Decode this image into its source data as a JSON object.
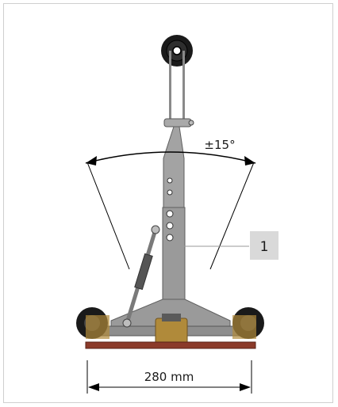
{
  "diagram": {
    "angle_label": "±15°",
    "width_label": "280 mm",
    "callout_label": "1"
  },
  "colors": {
    "frame_border": "#cfcfcf",
    "metal": "#9a9a9a",
    "metal_dark": "#6e6e6e",
    "wheel": "#1a1a1a",
    "base_plate": "#8b3a2a",
    "brass": "#b08a3a",
    "callout_box": "#d9d9d9"
  }
}
